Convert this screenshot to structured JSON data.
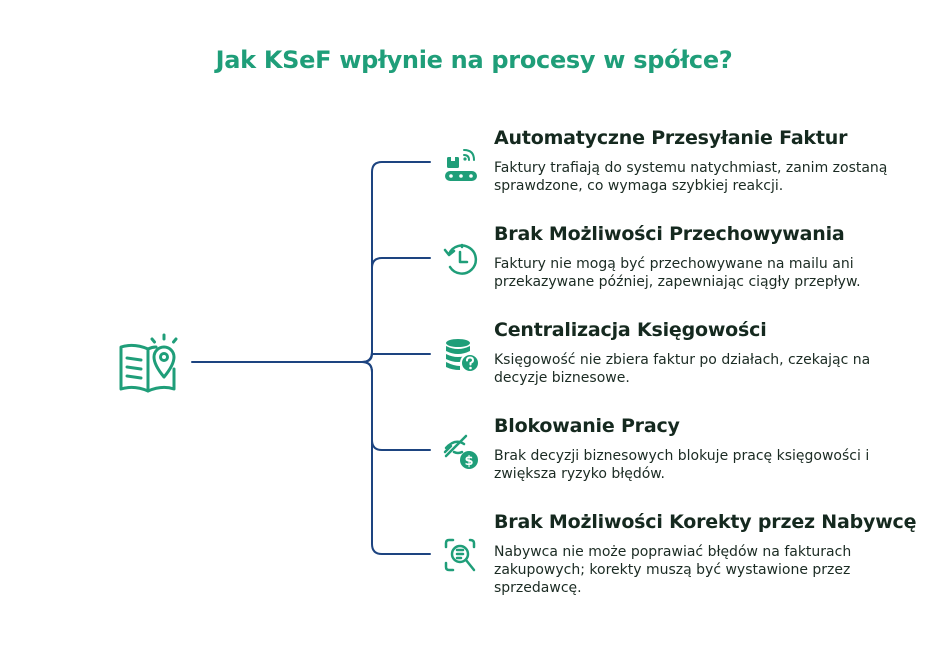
{
  "title": "Jak KSeF wpłynie na procesy w spółce?",
  "colors": {
    "accent": "#1f9e79",
    "line": "#1d4480",
    "heading": "#15291f"
  },
  "root": {
    "icon": "book-location-icon"
  },
  "items": [
    {
      "icon": "conveyor-wifi-icon",
      "title": "Automatyczne Przesyłanie Faktur",
      "description": "Faktury trafiają do systemu natychmiast, zanim zostaną sprawdzone, co wymaga szybkiej reakcji."
    },
    {
      "icon": "clock-history-icon",
      "title": "Brak Możliwości Przechowywania",
      "description": "Faktury nie mogą być przechowywane na mailu ani przekazywane później, zapewniając ciągły przepływ."
    },
    {
      "icon": "database-question-icon",
      "title": "Centralizacja Księgowości",
      "description": "Księgowość nie zbiera faktur po działach, czekając na decyzje biznesowe."
    },
    {
      "icon": "blocked-money-icon",
      "title": "Blokowanie Pracy",
      "description": "Brak decyzji biznesowych blokuje pracę księgowości i zwiększa ryzyko błędów."
    },
    {
      "icon": "document-search-icon",
      "title": "Brak Możliwości Korekty przez Nabywcę",
      "description": "Nabywca nie może poprawiać błędów na fakturach zakupowych; korekty muszą być wystawione przez sprzedawcę."
    }
  ]
}
